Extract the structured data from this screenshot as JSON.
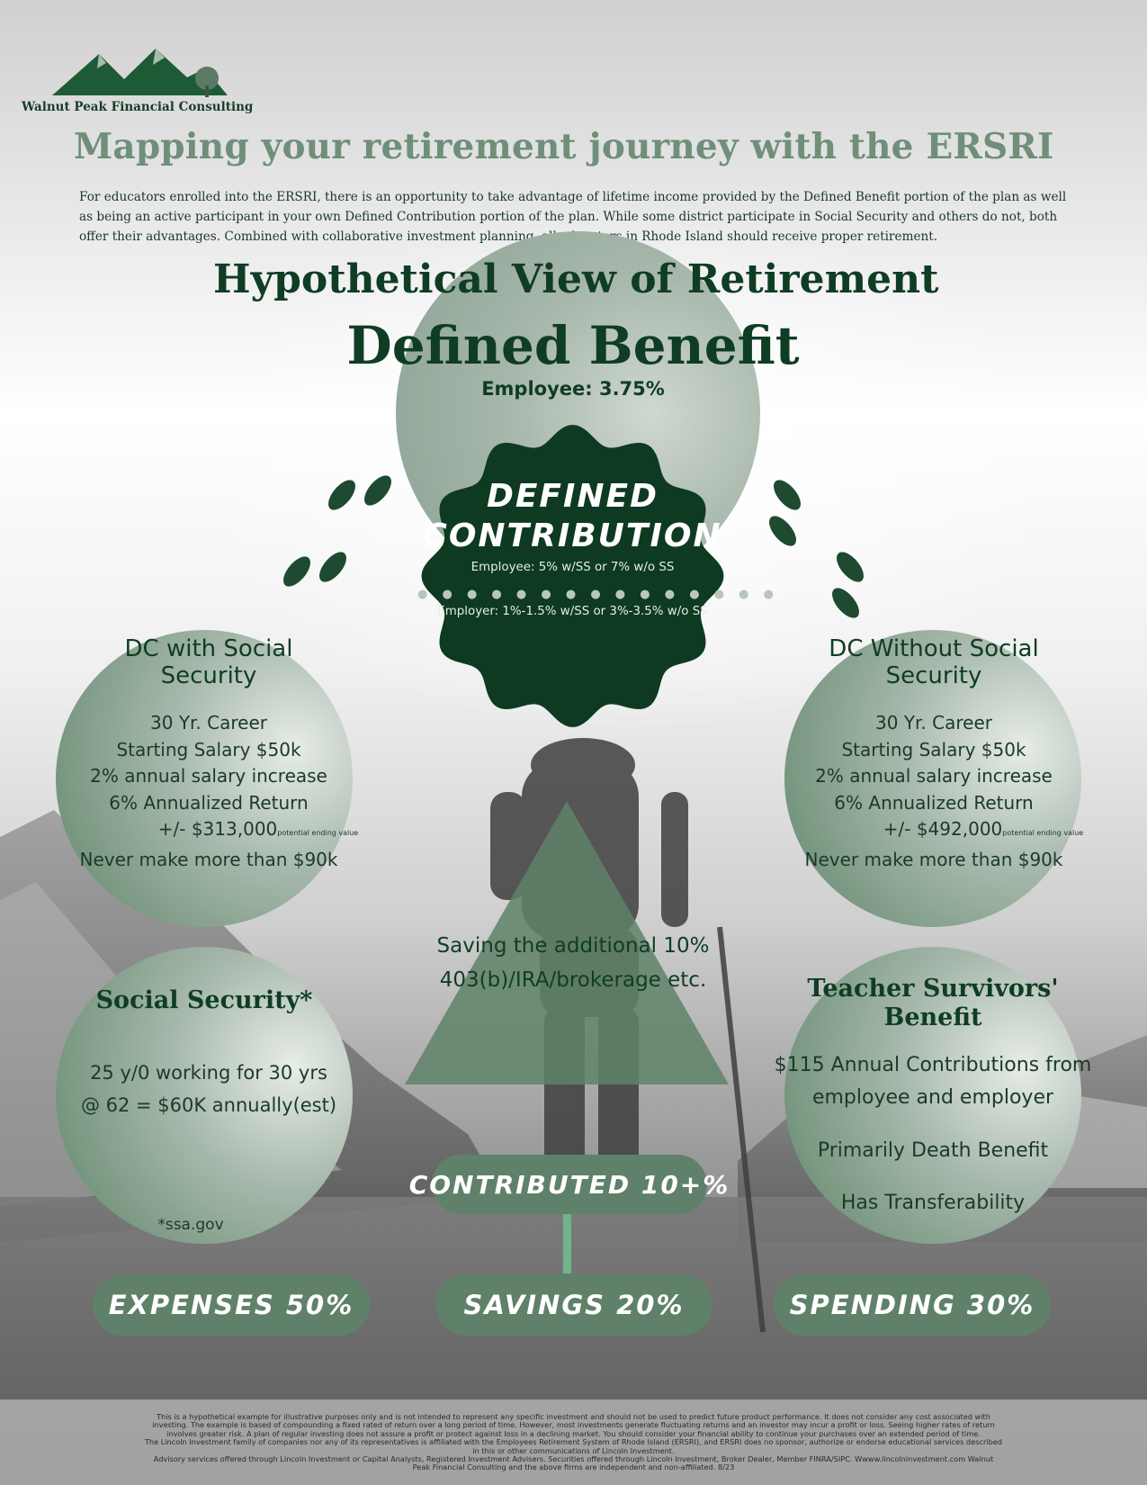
{
  "logo": {
    "company": "Walnut Peak Financial Consulting"
  },
  "title": "Mapping your retirement journey with the ERSRI",
  "intro": "For educators enrolled into the ERSRI, there is an opportunity to take advantage of lifetime income provided by the Defined Benefit portion of the plan as well as being an active participant in your own Defined Contribution portion of the plan. While some district participate in Social Security and others do not, both offer their advantages. Combined with collaborative investment planning, all educators in Rhode Island should receive proper retirement.",
  "hypothetical": {
    "heading": "Hypothetical View of Retirement",
    "defined_benefit": "Defined Benefit",
    "employee": "Employee: 3.75%"
  },
  "defined_contribution": {
    "title_line1": "DEFINED",
    "title_line2": "CONTRIBUTION",
    "employee": "Employee: 5% w/SS or 7% w/o SS",
    "dots": "● ● ● ● ● ● ● ● ● ● ● ● ● ● ●",
    "employer": "Employer: 1%-1.5% w/SS or 3%-3.5% w/o SS"
  },
  "dc_with_ss": {
    "heading_line1": "DC with Social",
    "heading_line2": "Security",
    "career": "30 Yr. Career",
    "salary": "Starting Salary $50k",
    "increase": "2% annual salary increase",
    "return": "6% Annualized Return",
    "ending_value": "+/- $313,000",
    "ending_note": "potential ending value",
    "max": "Never make more than $90k"
  },
  "dc_without_ss": {
    "heading_line1": "DC Without Social",
    "heading_line2": "Security",
    "career": "30 Yr. Career",
    "salary": "Starting Salary $50k",
    "increase": "2% annual salary increase",
    "return": "6% Annualized Return",
    "ending_value": "+/- $492,000",
    "ending_note": "potential ending value",
    "max": "Never make more than $90k"
  },
  "saving_additional": {
    "line1": "Saving the additional 10%",
    "line2": "403(b)/IRA/brokerage etc."
  },
  "social_security": {
    "heading": "Social Security*",
    "line1": "25 y/0 working for 30 yrs",
    "line2": "@ 62 = $60K annually(est)",
    "source": "*ssa.gov"
  },
  "survivors": {
    "heading_line1": "Teacher Survivors'",
    "heading_line2": "Benefit",
    "line1": "$115 Annual Contributions from",
    "line2": "employee and employer",
    "line3": "Primarily Death Benefit",
    "line4": "Has Transferability"
  },
  "contributed": "CONTRIBUTED 10+%",
  "pills": {
    "expenses": "EXPENSES 50%",
    "savings": "SAVINGS 20%",
    "spending": "SPENDING 30%"
  },
  "disclaimer": {
    "line1": "This is a hypothetical example for illustrative purposes only and is not intended to represent any specific investment and should not be used to predict future product performance. It does not consider any cost associated with",
    "line2": "investing. The example is based of compounding a fixed rated of return over a long period of time. However, most investments generate fluctuating returns and an investor may incur a profit or loss. Seeing higher rates of return",
    "line3": "involves greater risk. A plan of regular investing does not assure a profit or protect against loss in a declining market. You should consider your financial ability to continue your purchases over an extended period of time.",
    "line4": "The Lincoln Investment family of companies nor any of its representatives is affiliated with the Employees Retirement System of Rhode Island (ERSRI), and ERSRI does no sponsor, authorize or endorse educational services described",
    "line5": "in this or other communications of Lincoln Investment.",
    "line6": "Advisory services offered through Lincoln Investment or Capital Analysts, Registered Investment Advisers. Securities offered through Lincoln Investment, Broker Dealer, Member FINRA/SIPC. Wwww.lincolninvestment.com Walnut",
    "line7": "Peak Financial Consulting and the above firms are independent and non-affiliated. 8/23"
  },
  "colors": {
    "dark_green": "#0f3d23",
    "title_green": "#6f8f79",
    "pill_green": "#5f8169",
    "badge_green": "#0e3a22"
  },
  "icons": [
    "mountain-logo-icon",
    "tree-icon",
    "footprints-icon",
    "hiker-silhouette"
  ]
}
